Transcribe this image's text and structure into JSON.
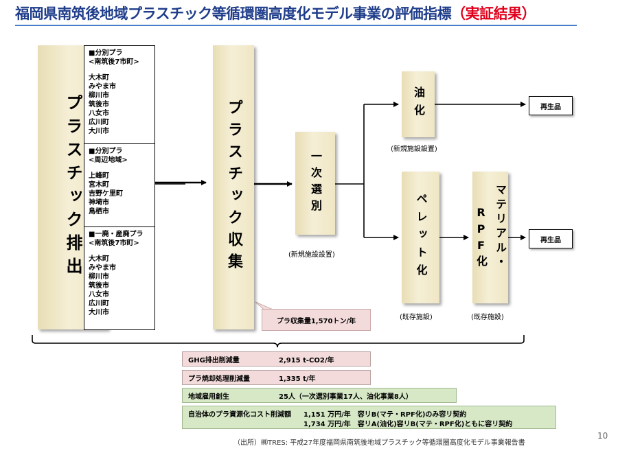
{
  "title": {
    "main": "福岡県南筑後地域プラスチック等循環圏高度化モデル事業の評価指標",
    "accent": "（実証結果）"
  },
  "nodes": {
    "discharge": "プラスチック排出",
    "collection": "プラスチック収集",
    "sorting": "一次選別",
    "oil": "油化",
    "pellet": "ペレット化",
    "rpf": [
      "マテリアル・",
      "RPF化"
    ]
  },
  "captions": {
    "sorting": "(新規施設設置)",
    "oil": "(新規施設設置)",
    "pellet": "(既存施設)",
    "rpf": "(既存施設)"
  },
  "outputs": {
    "top": "再生品",
    "bottom": "再生品"
  },
  "sources": [
    {
      "header": "■分別プラ",
      "region": "<南筑後7市町>",
      "towns": [
        "大木町",
        "みやま市",
        "柳川市",
        "筑後市",
        "八女市",
        "広川町",
        "大川市"
      ]
    },
    {
      "header": "■分別プラ",
      "region": "<周辺地域>",
      "towns": [
        "上峰町",
        "宮木町",
        "吉野ケ里町",
        "神埼市",
        "鳥栖市"
      ]
    },
    {
      "header": "■一廃・産廃プラ",
      "region": "<南筑後7市町>",
      "towns": [
        "大木町",
        "みやま市",
        "柳川市",
        "筑後市",
        "八女市",
        "広川町",
        "大川市"
      ]
    }
  ],
  "collection_amount": "プラ収集量1,570トン/年",
  "metrics": [
    {
      "label": "GHG排出削減量",
      "value": "2,915 t-CO2/年",
      "color": "pink"
    },
    {
      "label": "プラ焼却処理削減量",
      "value": "1,335 t/年",
      "color": "pink"
    },
    {
      "label": "地域雇用創生",
      "value": "25人（一次選別事業17人、油化事業8人）",
      "color": "green"
    },
    {
      "label": "自治体のプラ資源化コスト削減額",
      "value": "1,151 万円/年　容リB(マテ・RPF化)のみ容リ契約",
      "value2": "1,734 万円/年　容リA(油化)容リB(マテ・RPF化)ともに容リ契約",
      "color": "green"
    }
  ],
  "source_note": "（出所）㈱TRES: 平成27年度福岡県南筑後地域プラスチック等循環圏高度化モデル事業報告書",
  "page_number": "10"
}
